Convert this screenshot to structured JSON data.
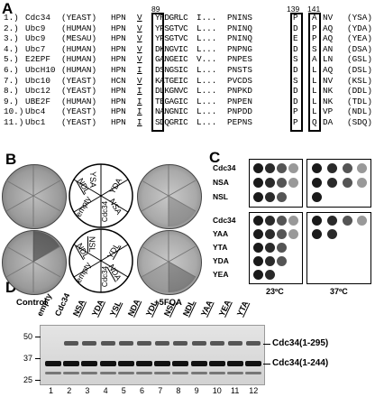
{
  "panel_a": {
    "label": "A",
    "positions": [
      "89",
      "139",
      "141"
    ],
    "rows": [
      {
        "num": "1.)",
        "name": "Cdc34",
        "species": "(YEAST)",
        "left": "HPN",
        "u": "V",
        "a": "YRDGRLC",
        "dots": "I...",
        "b": "PNINS",
        "c": "P",
        "d": "A",
        "e": "NV",
        "tail": "(YSA)"
      },
      {
        "num": "2.)",
        "name": "Ubc9",
        "species": "(HUMAN)",
        "left": "HPN",
        "u": "V",
        "a": "YPSGTVC",
        "dots": "L...",
        "b": "PNINQ",
        "c": "D",
        "d": "P",
        "e": "AQ",
        "tail": "(YDA)"
      },
      {
        "num": "3.)",
        "name": "Ubc9",
        "species": "(MESAU)",
        "left": "HPN",
        "u": "V",
        "a": "YPSGTVC",
        "dots": "L...",
        "b": "PNINQ",
        "c": "E",
        "d": "P",
        "e": "AQ",
        "tail": "(YEA)"
      },
      {
        "num": "4.)",
        "name": "Ubc7",
        "species": "(HUMAN)",
        "left": "HPN",
        "u": "V",
        "a": "DKNGVIC",
        "dots": "L...",
        "b": "PNPNG",
        "c": "D",
        "d": "S",
        "e": "AN",
        "tail": "(DSA)"
      },
      {
        "num": "5.)",
        "name": "E2EPF",
        "species": "(HUMAN)",
        "left": "HPN",
        "u": "V",
        "a": "GANGEIC",
        "dots": "V...",
        "b": "PNPES",
        "c": "S",
        "d": "A",
        "e": "LN",
        "tail": "(GSL)"
      },
      {
        "num": "6.)",
        "name": "UbcH10",
        "species": "(HUMAN)",
        "left": "HPN",
        "u": "I",
        "a": "DSNGSIC",
        "dots": "L...",
        "b": "PNSTS",
        "c": "D",
        "d": "L",
        "e": "AQ",
        "tail": "(DSL)"
      },
      {
        "num": "7.)",
        "name": "Ubc10",
        "species": "(YEAST)",
        "left": "HCN",
        "u": "V",
        "a": "KATGEIC",
        "dots": "L...",
        "b": "PVCDS",
        "c": "S",
        "d": "L",
        "e": "NV",
        "tail": "(KSL)"
      },
      {
        "num": "8.)",
        "name": "Ubc12",
        "species": "(YEAST)",
        "left": "HPN",
        "u": "I",
        "a": "DLKGNVC",
        "dots": "L...",
        "b": "PNPKD",
        "c": "D",
        "d": "L",
        "e": "NK",
        "tail": "(DDL)"
      },
      {
        "num": "9.)",
        "name": "UBE2F",
        "species": "(HUMAN)",
        "left": "HPN",
        "u": "I",
        "a": "TEGAGIC",
        "dots": "L...",
        "b": "PNPEN",
        "c": "D",
        "d": "L",
        "e": "NK",
        "tail": "(TDL)"
      },
      {
        "num": "10.)",
        "name": "Ubc4",
        "species": "(YEAST)",
        "left": "HPN",
        "u": "I",
        "a": "NANGNIC",
        "dots": "L...",
        "b": "PNPDD",
        "c": "P",
        "d": "L",
        "e": "VP",
        "tail": "(NDL)"
      },
      {
        "num": "11.)",
        "name": "Ubc1",
        "species": "(YEAST)",
        "left": "HPN",
        "u": "I",
        "a": "SDQGRIC",
        "dots": "L...",
        "b": "PEPNS",
        "c": "P",
        "d": "Q",
        "e": "DA",
        "tail": "(SDQ)"
      }
    ]
  },
  "panel_b": {
    "label": "B",
    "segments": [
      "Cdc34",
      "NSA",
      "YDA",
      "empty",
      "NDL",
      "YSA"
    ],
    "lower_segments": [
      "Cdc34",
      "NDA",
      "YDL",
      "empty",
      "NDL",
      "NSL"
    ],
    "control_label": "Control",
    "foa_label": "+5FOA"
  },
  "panel_c": {
    "label": "C",
    "top_rows": [
      "Cdc34",
      "NSA",
      "NSL"
    ],
    "bottom_rows": [
      "Cdc34",
      "YAA",
      "YTA",
      "YDA",
      "YEA"
    ],
    "temp1": "23ºC",
    "temp2": "37ºC"
  },
  "panel_d": {
    "label": "D",
    "lanes": [
      "empty",
      "Cdc34",
      "NSA",
      "YDA",
      "YSL",
      "NDA",
      "YDL",
      "NSL",
      "NDL",
      "YAA",
      "YEA",
      "YTA"
    ],
    "lane_numbers": [
      "1",
      "2",
      "3",
      "4",
      "5",
      "6",
      "7",
      "8",
      "9",
      "10",
      "11",
      "12"
    ],
    "markers": [
      "50",
      "37",
      "25"
    ],
    "band_labels": [
      "Cdc34(1-295)",
      "Cdc34(1-244)"
    ]
  }
}
